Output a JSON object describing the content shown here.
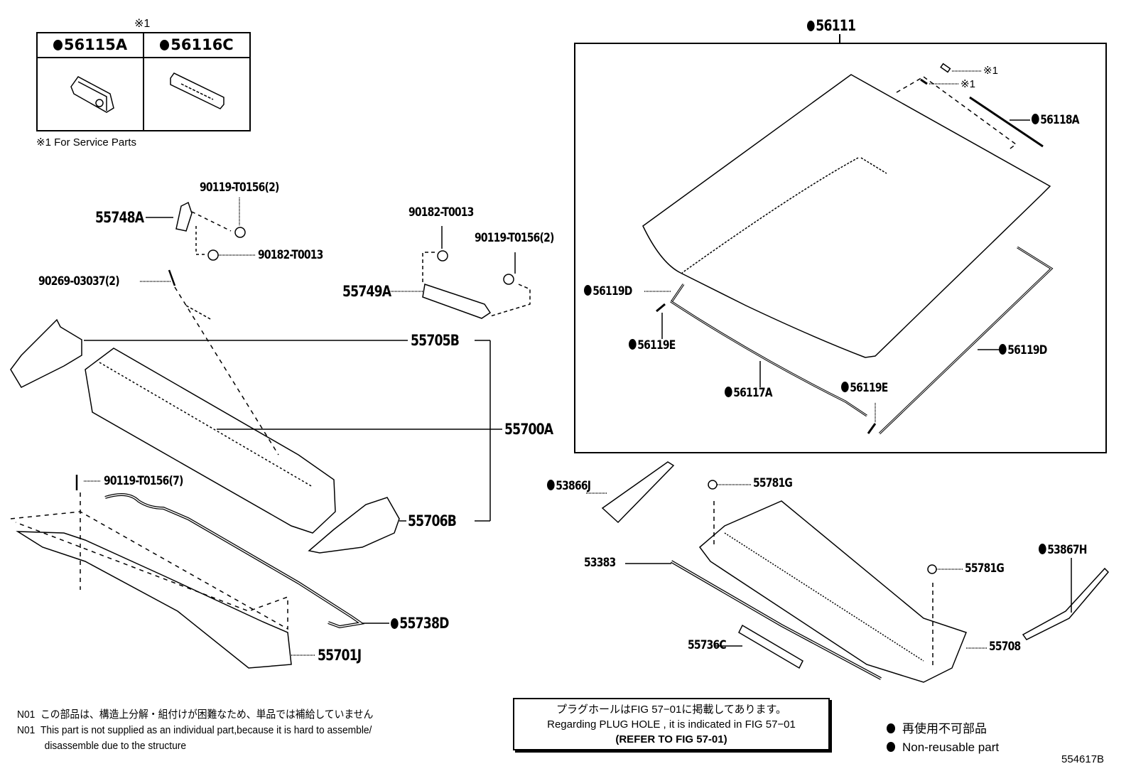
{
  "figure": {
    "id": "554617B",
    "legend_dot_meaning_ja": "再使用不可部品",
    "legend_dot_meaning_en": "Non-reusable part"
  },
  "inset": {
    "marker": "※1",
    "parts": [
      {
        "number": "56115A",
        "non_reusable": true
      },
      {
        "number": "56116C",
        "non_reusable": true
      }
    ],
    "footnote": "※1 For Service Parts"
  },
  "callouts": {
    "p56111": "56111",
    "p56118A": "56118A",
    "mark1a": "※1",
    "mark1b": "※1",
    "p56119D_left": "56119D",
    "p56119E_left": "56119E",
    "p56117A": "56117A",
    "p56119E_right": "56119E",
    "p56119D_right": "56119D",
    "p90119_T0156_2a": "90119-T0156(2)",
    "p55748A": "55748A",
    "p90182_T0013a": "90182-T0013",
    "p90269_03037": "90269-03037(2)",
    "p90182_T0013b": "90182-T0013",
    "p90119_T0156_2b": "90119-T0156(2)",
    "p55749A": "55749A",
    "p55705B": "55705B",
    "p55700A": "55700A",
    "p90119_T0156_7": "90119-T0156(7)",
    "p55706B": "55706B",
    "p55738D": "55738D",
    "p55701J": "55701J",
    "p53866J": "53866J",
    "p55781G_a": "55781G",
    "p53383": "53383",
    "p55781G_b": "55781G",
    "p53867H": "53867H",
    "p55736C": "55736C",
    "p55708": "55708"
  },
  "notes": {
    "code": "N01",
    "line_ja": "この部品は、構造上分解・組付けが困難なため、単品では補給していません",
    "line_en_1": "This part is not supplied as an individual part,because it is hard to assemble/",
    "line_en_2": "disassemble due to the structure"
  },
  "reference_box": {
    "line_ja": "プラグホールはFIG 57−01に掲載してあります。",
    "line_en": "Regarding  PLUG  HOLE , it is indicated in FIG 57−01",
    "line_ref": "(REFER  TO  FIG  57-01)"
  }
}
